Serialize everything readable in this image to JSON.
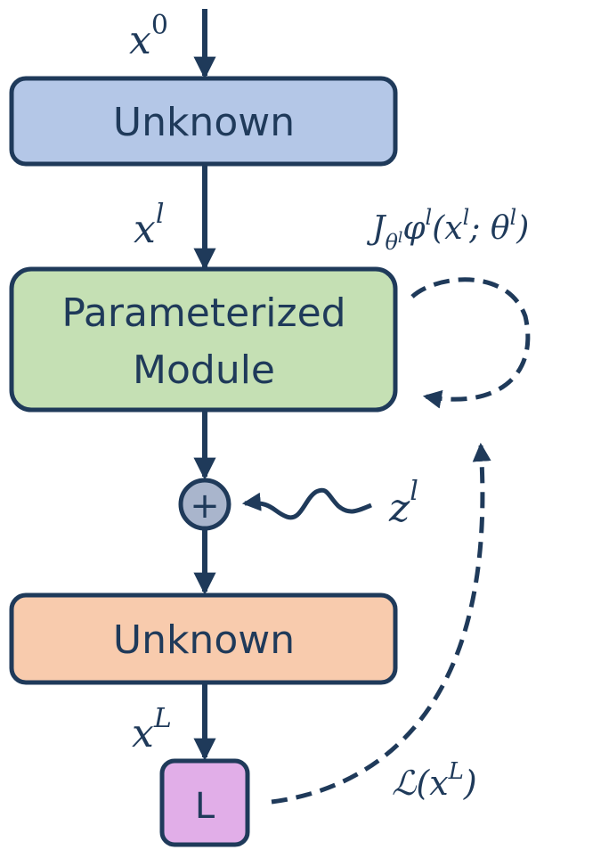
{
  "colors": {
    "stroke": "#1f3a5a",
    "top_box_fill": "#b4c7e7",
    "middle_box_fill": "#c5e0b4",
    "bottom_box_fill": "#f8cbad",
    "loss_box_fill": "#e1aee8",
    "sum_node_fill": "#a9b5cc"
  },
  "boxes": {
    "top": {
      "label": "Unknown"
    },
    "middle": {
      "line1": "Parameterized",
      "line2": "Module"
    },
    "bottom": {
      "label": "Unknown"
    },
    "loss": {
      "label": "L"
    }
  },
  "sum_node": {
    "symbol": "+"
  },
  "math": {
    "x0": {
      "base": "x",
      "sup": "0"
    },
    "xl": {
      "base": "x",
      "sup": "l"
    },
    "xL": {
      "base": "x",
      "sup": "L"
    },
    "zl": {
      "base": "z",
      "sup": "l"
    },
    "jacobian": {
      "J": "J",
      "Jsub": "θ",
      "Jsubsup": "l",
      "phi": "φ",
      "phisup": "l",
      "args_open": "(x",
      "xsup": "l",
      "sep": "; θ",
      "thetasup": "l",
      "args_close": ")"
    },
    "loss": {
      "script": "ℒ",
      "open": "(x",
      "sup": "L",
      "close": ")"
    }
  }
}
